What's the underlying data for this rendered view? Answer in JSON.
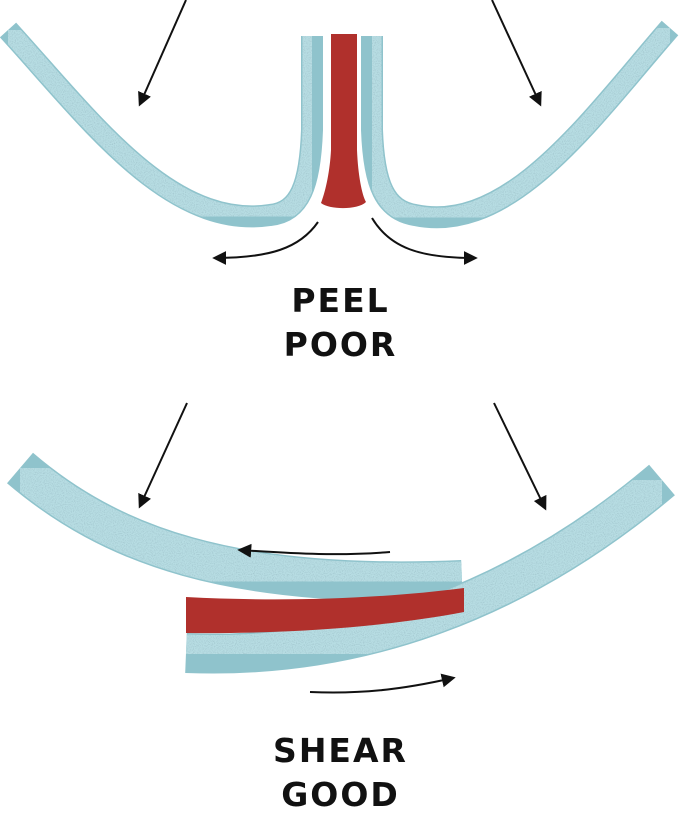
{
  "peel": {
    "line1": "PEEL",
    "line2": "POOR"
  },
  "shear": {
    "line1": "SHEAR",
    "line2": "GOOD"
  },
  "colors": {
    "substrate": "#b7dde3",
    "substrate_edge": "#8fc3cc",
    "adhesive": "#b0302c",
    "arrow": "#111111",
    "text": "#111111",
    "background": "#ffffff"
  }
}
